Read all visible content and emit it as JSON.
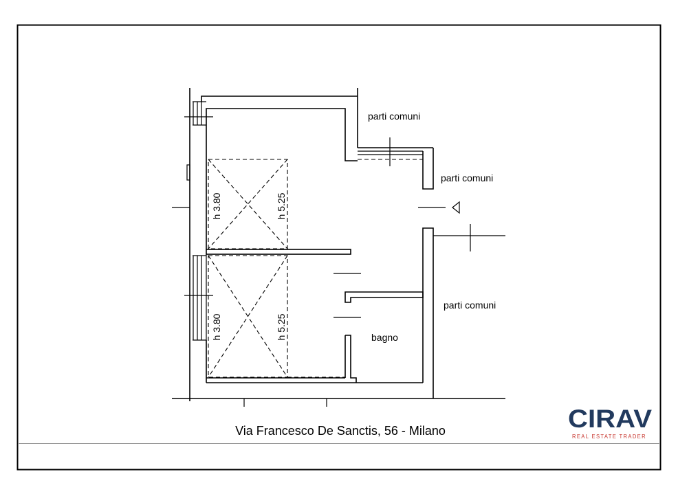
{
  "labels": {
    "common_areas_top": "parti comuni",
    "common_areas_right": "parti comuni",
    "common_areas_bottom": "parti comuni",
    "bathroom": "bagno",
    "upper_height_low": "h 3.80",
    "upper_height_high": "h 5.25",
    "lower_height_low": "h 3.80",
    "lower_height_high": "h 5.25"
  },
  "footer": {
    "address": "Via Francesco De Sanctis, 56 - Milano"
  },
  "logo": {
    "name": "CIRAV",
    "tagline": "REAL ESTATE TRADER"
  },
  "colors": {
    "line": "#000000",
    "divider": "#9a9a9a",
    "logo_primary": "#223a5e",
    "logo_accent": "#c8372f"
  }
}
